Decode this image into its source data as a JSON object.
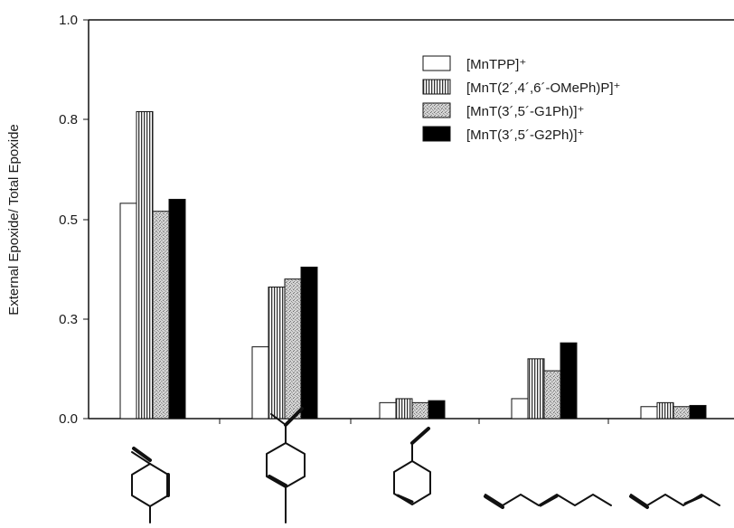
{
  "chart_data": {
    "type": "bar",
    "title": "",
    "xlabel": "",
    "ylabel": "External Epoxide/ Total Epoxide",
    "ylim": [
      0,
      1.0
    ],
    "yticks": [
      "0.0",
      "0.3",
      "0.5",
      "0.8",
      "1.0"
    ],
    "ytick_values": [
      0.0,
      0.25,
      0.5,
      0.75,
      1.0
    ],
    "grid": false,
    "legend_position": "top-right",
    "categories": [
      "limonene-like diene",
      "vinylcyclohexene-substituted diene",
      "4-vinylcyclohexene",
      "1,5-diene (long)",
      "1,4-diene (short)"
    ],
    "series": [
      {
        "name": "[MnTPP]⁺",
        "pattern": "white",
        "values": [
          0.54,
          0.18,
          0.04,
          0.05,
          0.03
        ]
      },
      {
        "name": "[MnT(2´,4´,6´-OMePh)P]⁺",
        "pattern": "vertical-stripes",
        "values": [
          0.77,
          0.33,
          0.05,
          0.15,
          0.04
        ]
      },
      {
        "name": "[MnT(3´,5´-G1Ph)]⁺",
        "pattern": "stipple",
        "values": [
          0.52,
          0.35,
          0.04,
          0.12,
          0.03
        ]
      },
      {
        "name": "[MnT(3´,5´-G2Ph)]⁺",
        "pattern": "black",
        "values": [
          0.55,
          0.38,
          0.045,
          0.19,
          0.033
        ]
      }
    ]
  }
}
